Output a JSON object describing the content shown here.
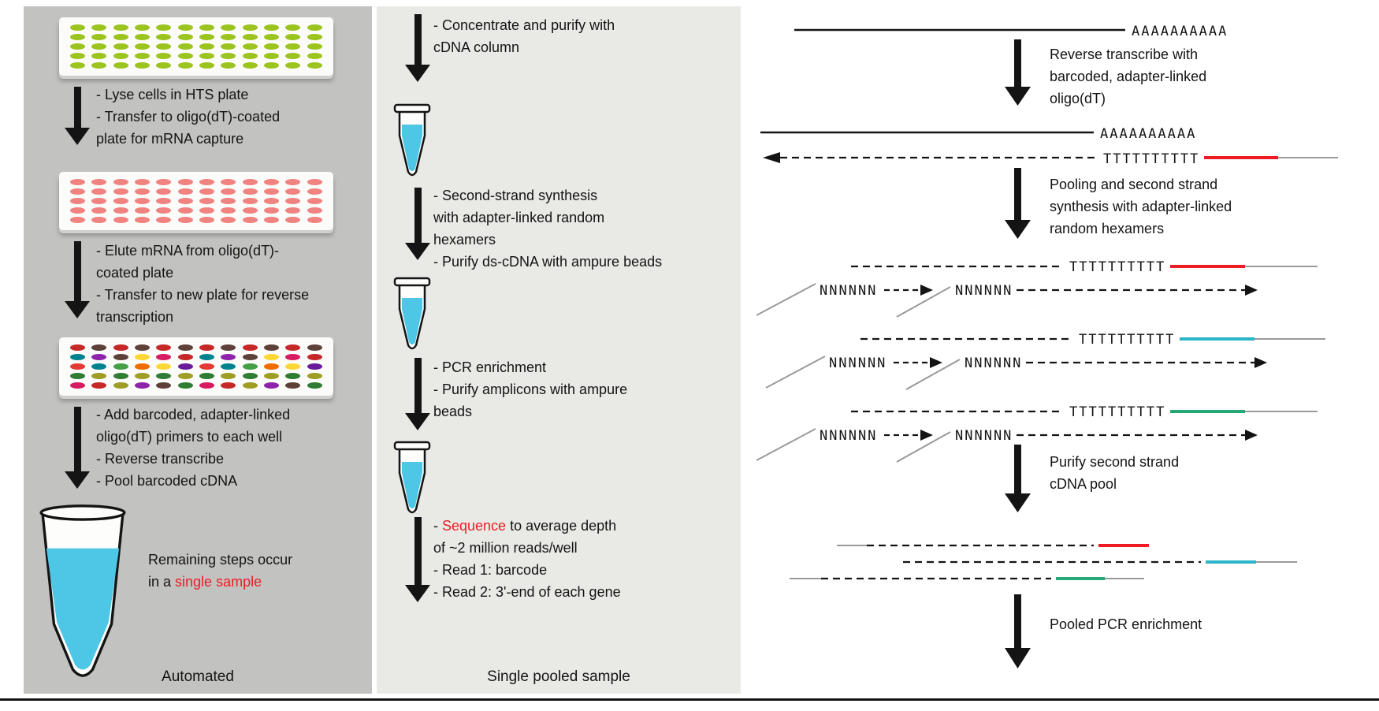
{
  "colors": {
    "highlight_red": "#ed1c24",
    "liquid_cyan": "#4ec7e6",
    "barcode_red": "#ed1c24",
    "barcode_cyan": "#2ab5c9",
    "barcode_green": "#23a876",
    "line_gray": "#9a9a9a",
    "ink": "#141414"
  },
  "left_panel": {
    "label": "Automated",
    "plates": [
      {
        "rows": 5,
        "cols": 12,
        "well_colors": [
          "#9cc41f"
        ]
      },
      {
        "rows": 5,
        "cols": 12,
        "well_colors": [
          "#f0837f"
        ]
      },
      {
        "rows": 5,
        "cols": 12,
        "well_colors": [
          "#c62828",
          "#2e7d32",
          "#1565c0",
          "#ef6c00",
          "#6a1b9a",
          "#00838f",
          "#d81b60",
          "#5d4037",
          "#9e9d24",
          "#1b1b1b",
          "#e53935",
          "#43a047",
          "#fdd835",
          "#8e24aa"
        ]
      }
    ],
    "steps": [
      {
        "lines": [
          "- Lyse cells in HTS plate",
          "- Transfer to oligo(dT)-coated",
          "plate for mRNA capture"
        ]
      },
      {
        "lines": [
          "- Elute mRNA from oligo(dT)-",
          "coated plate",
          "- Transfer to new plate for reverse",
          "transcription"
        ]
      },
      {
        "lines": [
          "- Add barcoded, adapter-linked",
          "oligo(dT) primers to each well",
          "- Reverse transcribe",
          "- Pool barcoded cDNA"
        ]
      }
    ],
    "pool_note": {
      "line1": "Remaining steps occur",
      "line2_pre": "in a ",
      "line2_highlight": "single sample"
    }
  },
  "middle_panel": {
    "label": "Single pooled sample",
    "step1": {
      "lines": [
        "- Concentrate and purify with",
        "cDNA column"
      ]
    },
    "step2": {
      "lines": [
        "- Second-strand synthesis",
        "with adapter-linked random",
        "hexamers",
        "- Purify ds-cDNA with ampure beads"
      ]
    },
    "step3": {
      "lines": [
        "- PCR enrichment",
        "- Purify amplicons with ampure",
        "beads"
      ]
    },
    "step4": {
      "line1_pre": "- ",
      "line1_highlight": "Sequence",
      "line1_post": " to average depth",
      "lines": [
        "of ~2 million reads/well",
        "- Read 1: barcode",
        "- Read 2: 3'-end of each gene"
      ]
    }
  },
  "right_panel": {
    "seq": {
      "polyA": "AAAAAAAAAA",
      "polyT": "TTTTTTTTTT",
      "hexamer": "NNNNNN"
    },
    "steps": {
      "rt": {
        "lines": [
          "Reverse transcribe with",
          "barcoded, adapter-linked",
          "oligo(dT)"
        ]
      },
      "pool_synth": {
        "lines": [
          "Pooling and second strand",
          "synthesis with adapter-linked",
          "random hexamers"
        ]
      },
      "purify": {
        "lines": [
          "Purify second strand",
          "cDNA pool"
        ]
      },
      "pcr": {
        "lines": [
          "Pooled PCR enrichment"
        ]
      }
    }
  }
}
